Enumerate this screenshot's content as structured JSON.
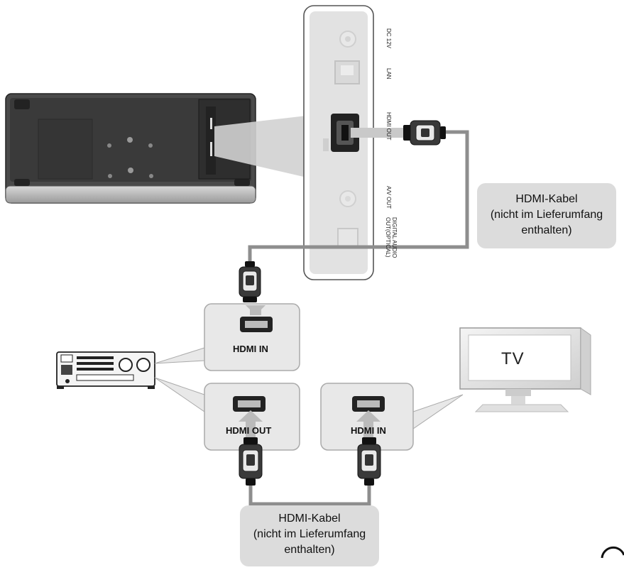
{
  "panel_ports": {
    "dc": "DC 12V",
    "lan": "LAN",
    "hdmi_out": "HDMI OUT",
    "av_out": "A/V OUT",
    "digital_line1": "DIGITAL AUDIO",
    "digital_line2": "OUT(OPTICAL)"
  },
  "receiver_in_label": "HDMI IN",
  "receiver_out_label": "HDMI OUT",
  "tv_in_label": "HDMI IN",
  "tv_screen_label": "TV",
  "cable_callout_top": {
    "line1": "HDMI-Kabel",
    "line2": "(nicht im Lieferumfang",
    "line3": "enthalten)"
  },
  "cable_callout_bottom": {
    "line1": "HDMI-Kabel",
    "line2": "(nicht im Lieferumfang",
    "line3": "enthalten)"
  },
  "colors": {
    "cable": "#8e8e8e",
    "callout_bg": "#dcdcdc",
    "box_bg": "#e8e8e8",
    "device_dark": "#3c3c3c",
    "panel_bg": "#e2e2e2"
  }
}
